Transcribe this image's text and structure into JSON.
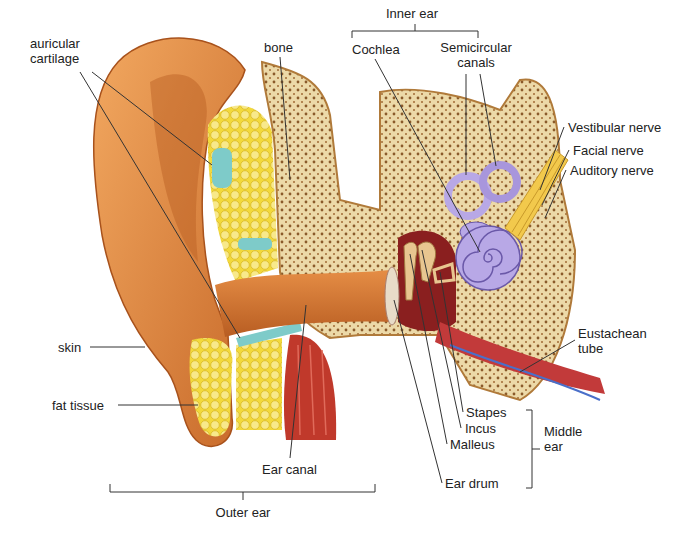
{
  "diagram": {
    "labels": [
      "auricular cartilage",
      "bone",
      "Inner ear",
      "Cochlea",
      "Semicircular canals",
      "Vestibular nerve",
      "Facial nerve",
      "Auditory nerve",
      "skin",
      "fat tissue",
      "Eustachean tube",
      "Stapes",
      "Incus",
      "Malleus",
      "Middle ear",
      "Ear drum",
      "Ear canal",
      "Outer ear"
    ]
  }
}
